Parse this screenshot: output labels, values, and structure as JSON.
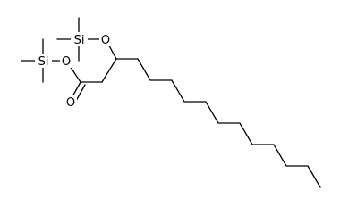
{
  "molecule": {
    "atoms": {
      "si_top": "Si",
      "o_ether": "O",
      "si_left": "Si",
      "o_ester": "O",
      "o_carbonyl": "O"
    }
  }
}
